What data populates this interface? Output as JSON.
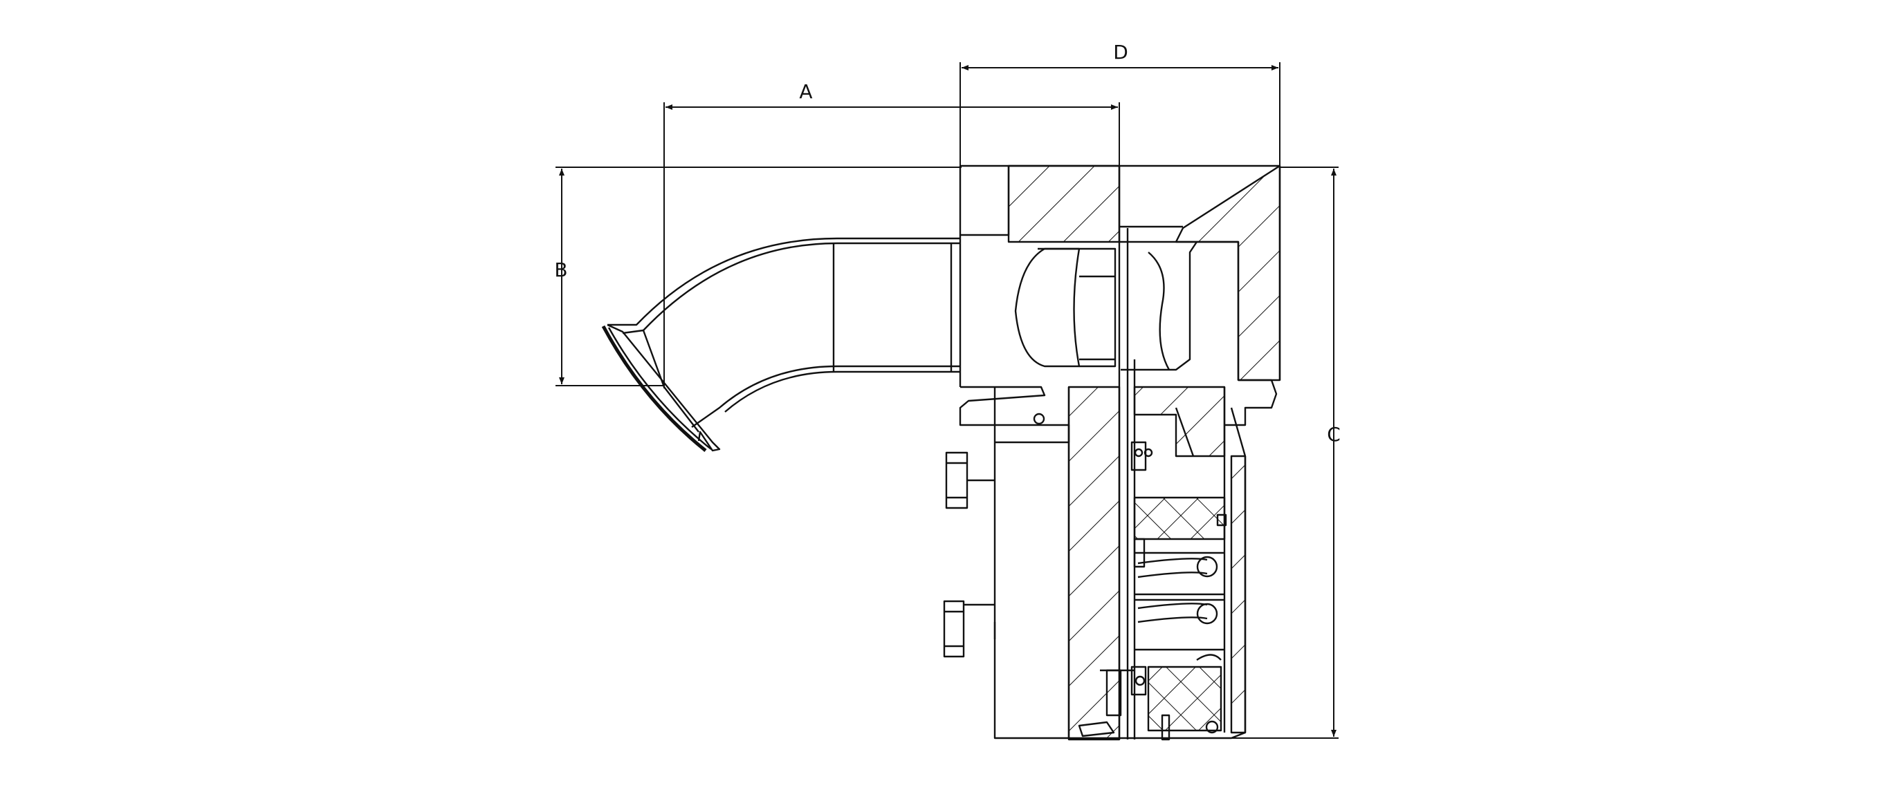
{
  "diagram": {
    "kind": "engineering cross-section drawing",
    "colors": {
      "line": "#111111",
      "background": "#ffffff"
    },
    "dimensions": {
      "A": "A",
      "B": "B",
      "C": "C",
      "D": "D"
    }
  }
}
